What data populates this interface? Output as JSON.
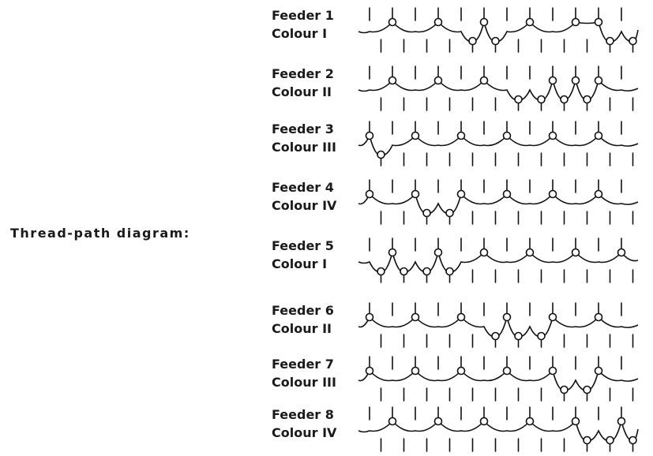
{
  "caption": "Thread-path diagram:",
  "feeders": [
    {
      "feeder": "Feeder 1",
      "colour": "Colour I"
    },
    {
      "feeder": "Feeder 2",
      "colour": "Colour II"
    },
    {
      "feeder": "Feeder 3",
      "colour": "Colour III"
    },
    {
      "feeder": "Feeder 4",
      "colour": "Colour IV"
    },
    {
      "feeder": "Feeder 5",
      "colour": "Colour I"
    },
    {
      "feeder": "Feeder 6",
      "colour": "Colour II"
    },
    {
      "feeder": "Feeder 7",
      "colour": "Colour III"
    },
    {
      "feeder": "Feeder 8",
      "colour": "Colour IV"
    }
  ]
}
